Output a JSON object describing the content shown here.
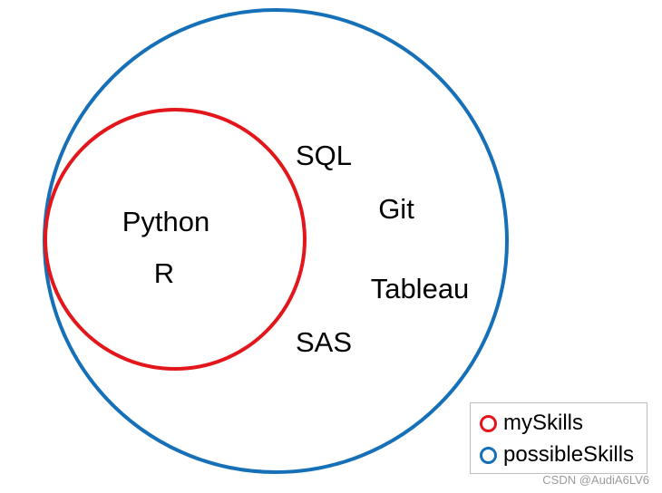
{
  "sets": [
    {
      "name": "mySkills",
      "color": "#e3161b"
    },
    {
      "name": "possibleSkills",
      "color": "#1670b8"
    }
  ],
  "skills": {
    "mySkills": [
      "Python",
      "R"
    ],
    "possibleSkillsOnly": [
      "SQL",
      "Git",
      "Tableau",
      "SAS"
    ]
  },
  "legend": {
    "items": [
      "mySkills",
      "possibleSkills"
    ]
  },
  "watermark": "CSDN @AudiA6LV6"
}
